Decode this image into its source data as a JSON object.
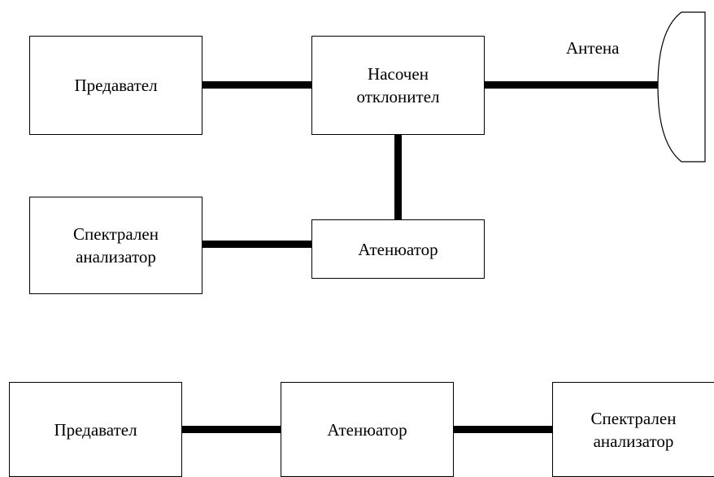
{
  "diagram_top": {
    "transmitter": "Предавател",
    "coupler": "Насочен\nотклонител",
    "antenna_label": "Антена",
    "spectrum_analyzer": "Спектрален\nанализатор",
    "attenuator": "Атенюатор"
  },
  "diagram_bottom": {
    "transmitter": "Предавател",
    "attenuator": "Атенюатор",
    "spectrum_analyzer": "Спектрален\nанализатор"
  },
  "colors": {
    "line": "#000000",
    "background": "#ffffff"
  }
}
